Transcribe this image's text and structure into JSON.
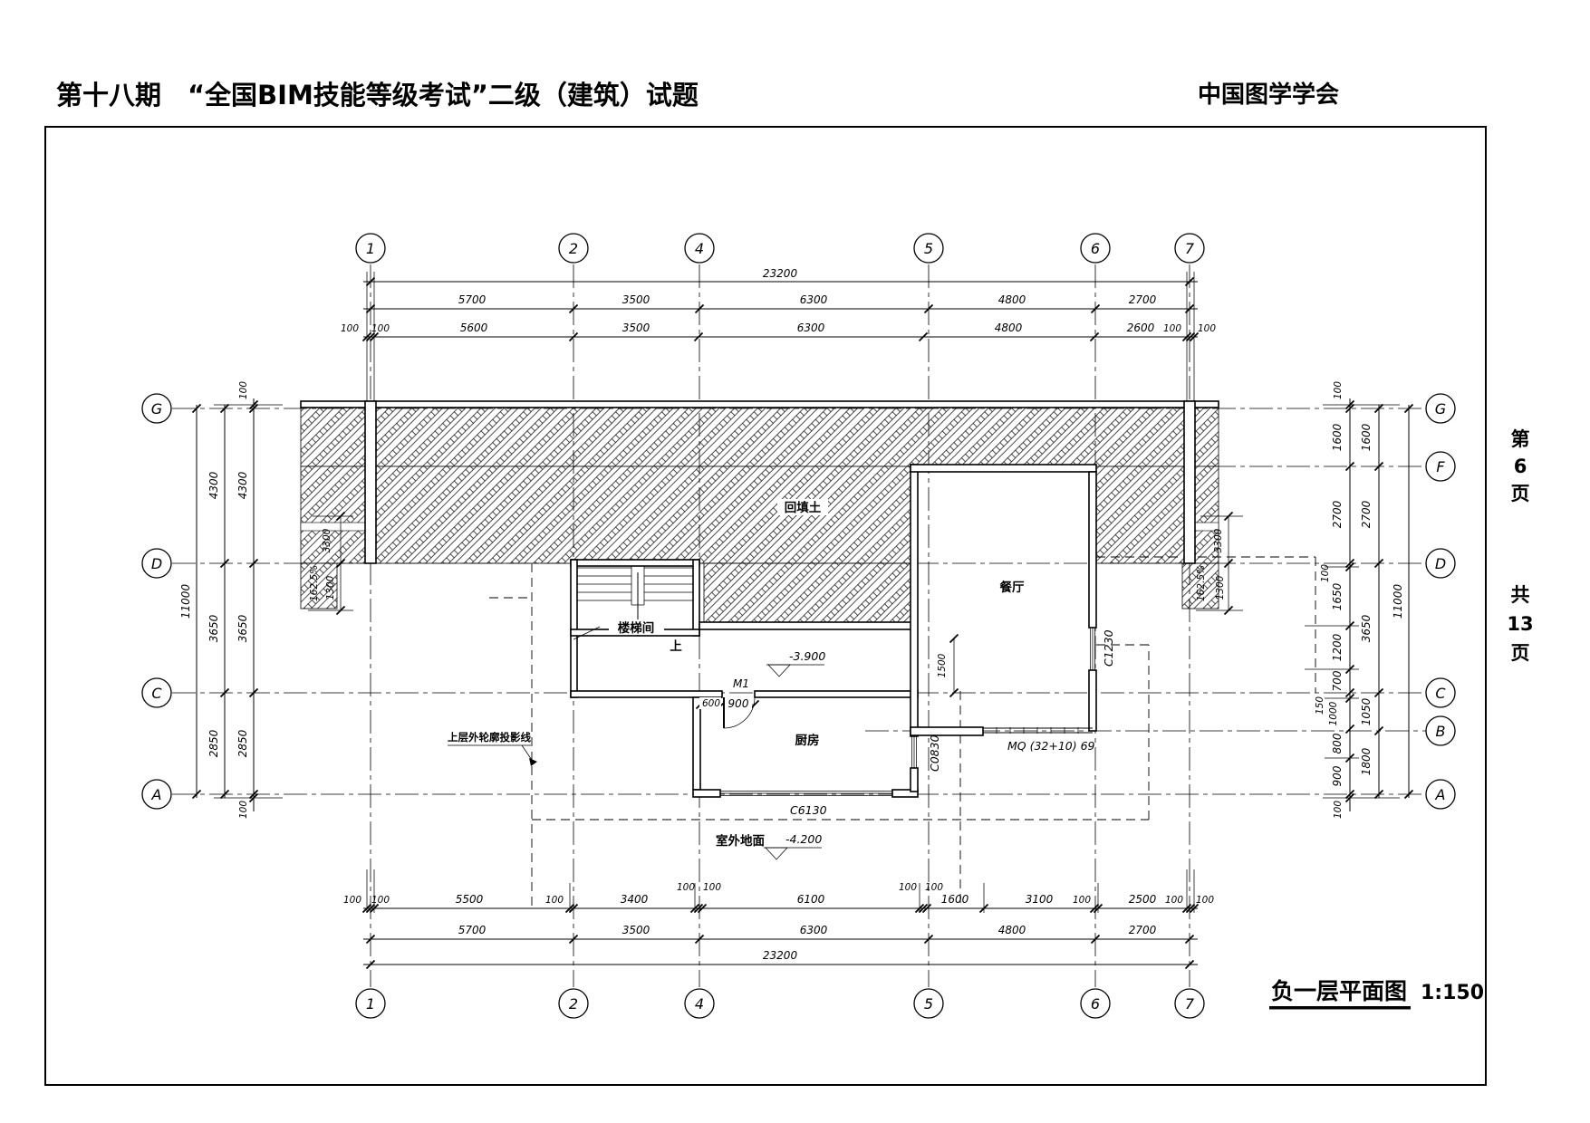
{
  "header": {
    "left": "第十八期　“全国BIM技能等级考试”二级（建筑）试题",
    "right": "中国图学学会"
  },
  "margin": {
    "page": [
      "第",
      "6",
      "页"
    ],
    "total": [
      "共",
      "13",
      "页"
    ]
  },
  "title": {
    "name": "负一层平面图",
    "scale": "1:150"
  },
  "axes": {
    "top": [
      "1",
      "2",
      "4",
      "5",
      "6",
      "7"
    ],
    "bottom": [
      "1",
      "2",
      "4",
      "5",
      "6",
      "7"
    ],
    "left": [
      "G",
      "D",
      "C",
      "A"
    ],
    "right": [
      "G",
      "F",
      "D",
      "C",
      "B",
      "A"
    ]
  },
  "dims": {
    "top_total": "23200",
    "top_major": [
      "5700",
      "3500",
      "6300",
      "4800",
      "2700"
    ],
    "top_minor": [
      "100",
      "100",
      "5600",
      "3500",
      "6300",
      "4800",
      "2600",
      "100",
      "100"
    ],
    "bottom_minor": [
      "100",
      "100",
      "5500",
      "100",
      "3400",
      "100",
      "100",
      "6100",
      "100",
      "100",
      "1600",
      "3100",
      "100",
      "2500",
      "100",
      "100"
    ],
    "bottom_major": [
      "5700",
      "3500",
      "6300",
      "4800",
      "2700"
    ],
    "bottom_total": "23200",
    "left_total": "11000",
    "left_inner": [
      "4300",
      "3650",
      "2850"
    ],
    "left_outer": [
      "4300",
      "3650",
      "2850"
    ],
    "left_top100": "100",
    "left_bottom100": "100",
    "right_total": "11000",
    "right_mid": [
      "1600",
      "2700",
      "3650",
      "1050",
      "1800"
    ],
    "right_inner": [
      "100",
      "1600",
      "2700",
      "100",
      "1650",
      "1200",
      "700",
      "150",
      "1000",
      "800",
      "900",
      "100"
    ],
    "dining_1500": "1500",
    "door_600": "600",
    "door_900": "900",
    "ramp_3300": "3300",
    "ramp_1300": "1300",
    "ramp_slope": "162.5%"
  },
  "labels": {
    "backfill": "回填土",
    "stair": "楼梯间",
    "up": "上",
    "kitchen": "厨房",
    "dining": "餐厅",
    "level_b1": "-3.900",
    "level_out": "-4.200",
    "outdoor": "室外地面",
    "projection": "上层外轮廓投影线",
    "door": "M1",
    "win_c6130": "C6130",
    "win_c0830": "C0830",
    "win_c1230": "C1230",
    "curtain": "MQ (32+10) 69"
  }
}
